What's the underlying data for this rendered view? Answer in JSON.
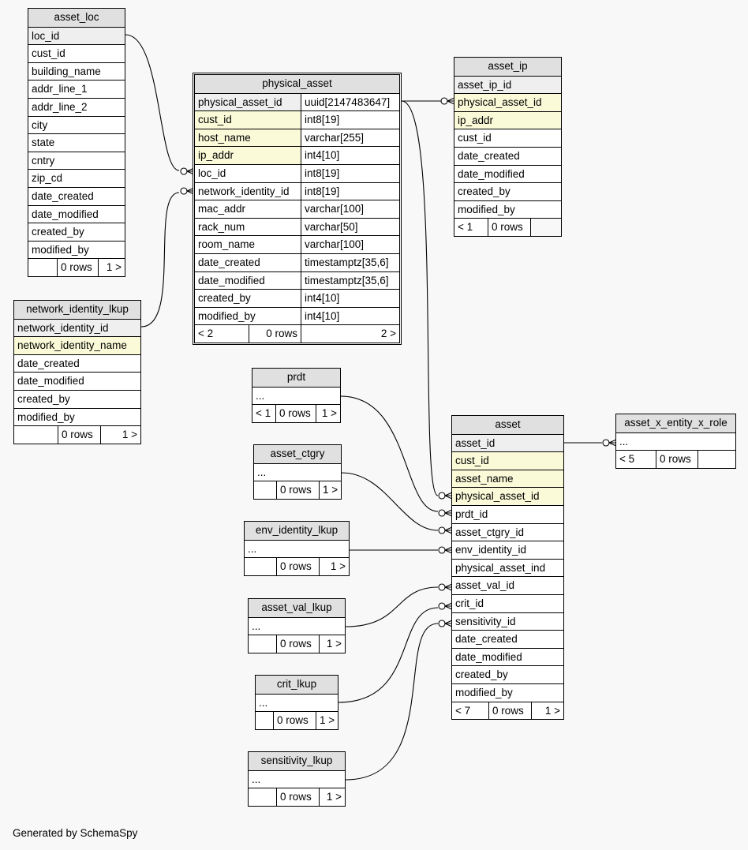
{
  "footer_text": "Generated by SchemaSpy",
  "tables": {
    "asset_loc": {
      "name": "asset_loc",
      "columns": [
        "loc_id",
        "cust_id",
        "building_name",
        "addr_line_1",
        "addr_line_2",
        "city",
        "state",
        "cntry",
        "zip_cd",
        "date_created",
        "date_modified",
        "created_by",
        "modified_by"
      ],
      "footer": [
        "",
        "0 rows",
        "1 >"
      ]
    },
    "network_identity_lkup": {
      "name": "network_identity_lkup",
      "columns": [
        "network_identity_id",
        "network_identity_name",
        "date_created",
        "date_modified",
        "created_by",
        "modified_by"
      ],
      "footer": [
        "",
        "0 rows",
        "1 >"
      ]
    },
    "physical_asset": {
      "name": "physical_asset",
      "columns": [
        {
          "name": "physical_asset_id",
          "type": "uuid[2147483647]"
        },
        {
          "name": "cust_id",
          "type": "int8[19]"
        },
        {
          "name": "host_name",
          "type": "varchar[255]"
        },
        {
          "name": "ip_addr",
          "type": "int4[10]"
        },
        {
          "name": "loc_id",
          "type": "int8[19]"
        },
        {
          "name": "network_identity_id",
          "type": "int8[19]"
        },
        {
          "name": "mac_addr",
          "type": "varchar[100]"
        },
        {
          "name": "rack_num",
          "type": "varchar[50]"
        },
        {
          "name": "room_name",
          "type": "varchar[100]"
        },
        {
          "name": "date_created",
          "type": "timestamptz[35,6]"
        },
        {
          "name": "date_modified",
          "type": "timestamptz[35,6]"
        },
        {
          "name": "created_by",
          "type": "int4[10]"
        },
        {
          "name": "modified_by",
          "type": "int4[10]"
        }
      ],
      "footer": [
        "< 2",
        "0 rows",
        "2 >"
      ]
    },
    "asset_ip": {
      "name": "asset_ip",
      "columns": [
        "asset_ip_id",
        "physical_asset_id",
        "ip_addr",
        "cust_id",
        "date_created",
        "date_modified",
        "created_by",
        "modified_by"
      ],
      "footer": [
        "< 1",
        "0 rows",
        ""
      ]
    },
    "prdt": {
      "name": "prdt",
      "columns": [
        "..."
      ],
      "footer": [
        "< 1",
        "0 rows",
        "1 >"
      ]
    },
    "asset_ctgry": {
      "name": "asset_ctgry",
      "columns": [
        "..."
      ],
      "footer": [
        "",
        "0 rows",
        "1 >"
      ]
    },
    "env_identity_lkup": {
      "name": "env_identity_lkup",
      "columns": [
        "..."
      ],
      "footer": [
        "",
        "0 rows",
        "1 >"
      ]
    },
    "asset_val_lkup": {
      "name": "asset_val_lkup",
      "columns": [
        "..."
      ],
      "footer": [
        "",
        "0 rows",
        "1 >"
      ]
    },
    "crit_lkup": {
      "name": "crit_lkup",
      "columns": [
        "..."
      ],
      "footer": [
        "",
        "0 rows",
        "1 >"
      ]
    },
    "sensitivity_lkup": {
      "name": "sensitivity_lkup",
      "columns": [
        "..."
      ],
      "footer": [
        "",
        "0 rows",
        "1 >"
      ]
    },
    "asset": {
      "name": "asset",
      "columns": [
        "asset_id",
        "cust_id",
        "asset_name",
        "physical_asset_id",
        "prdt_id",
        "asset_ctgry_id",
        "env_identity_id",
        "physical_asset_ind",
        "asset_val_id",
        "crit_id",
        "sensitivity_id",
        "date_created",
        "date_modified",
        "created_by",
        "modified_by"
      ],
      "footer": [
        "< 7",
        "0 rows",
        "1 >"
      ]
    },
    "asset_x_entity_x_role": {
      "name": "asset_x_entity_x_role",
      "columns": [
        "..."
      ],
      "footer": [
        "< 5",
        "0 rows",
        ""
      ]
    }
  },
  "colors": {
    "background": "#f8f8f8",
    "title_row": "#e0e0e0",
    "primary_key_row": "#efefef",
    "foreign_key_row": "#fafad8",
    "edge": "#000000"
  },
  "relationships": [
    {
      "from": "asset_loc.loc_id",
      "to": "physical_asset.loc_id"
    },
    {
      "from": "network_identity_lkup.network_identity_id",
      "to": "physical_asset.network_identity_id"
    },
    {
      "from": "physical_asset.physical_asset_id",
      "to": "asset_ip.physical_asset_id"
    },
    {
      "from": "physical_asset.physical_asset_id",
      "to": "asset.physical_asset_id"
    },
    {
      "from": "prdt",
      "to": "asset.prdt_id"
    },
    {
      "from": "asset_ctgry",
      "to": "asset.asset_ctgry_id"
    },
    {
      "from": "env_identity_lkup",
      "to": "asset.env_identity_id"
    },
    {
      "from": "asset_val_lkup",
      "to": "asset.asset_val_id"
    },
    {
      "from": "crit_lkup",
      "to": "asset.crit_id"
    },
    {
      "from": "sensitivity_lkup",
      "to": "asset.sensitivity_id"
    },
    {
      "from": "asset.asset_id",
      "to": "asset_x_entity_x_role"
    }
  ]
}
